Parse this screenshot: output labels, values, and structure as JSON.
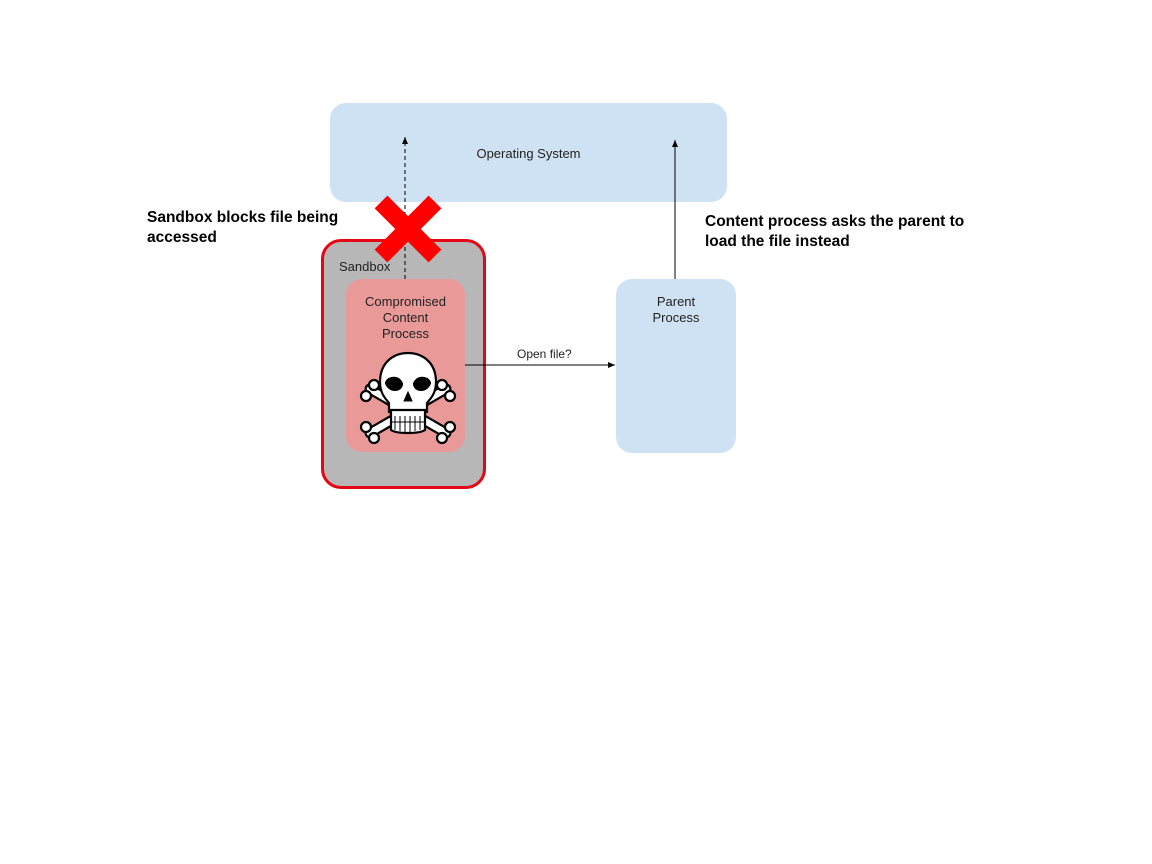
{
  "nodes": {
    "operating_system": "Operating System",
    "sandbox": "Sandbox",
    "content_process": "Compromised\nContent\nProcess",
    "parent_process": "Parent\nProcess"
  },
  "edges": {
    "open_file": "Open file?"
  },
  "annotations": {
    "sandbox_blocks": "Sandbox blocks file being accessed",
    "content_asks_parent": "Content process asks the parent to load the file instead"
  },
  "colors": {
    "os_fill": "#cfe2f3",
    "parent_fill": "#cfe2f3",
    "sandbox_fill": "#b7b7b7",
    "sandbox_border": "#e30613",
    "content_fill": "#ea9999",
    "block_cross": "#ff0000"
  },
  "icons": {
    "compromised": "skull-and-crossbones-icon",
    "blocked": "red-x-icon"
  }
}
